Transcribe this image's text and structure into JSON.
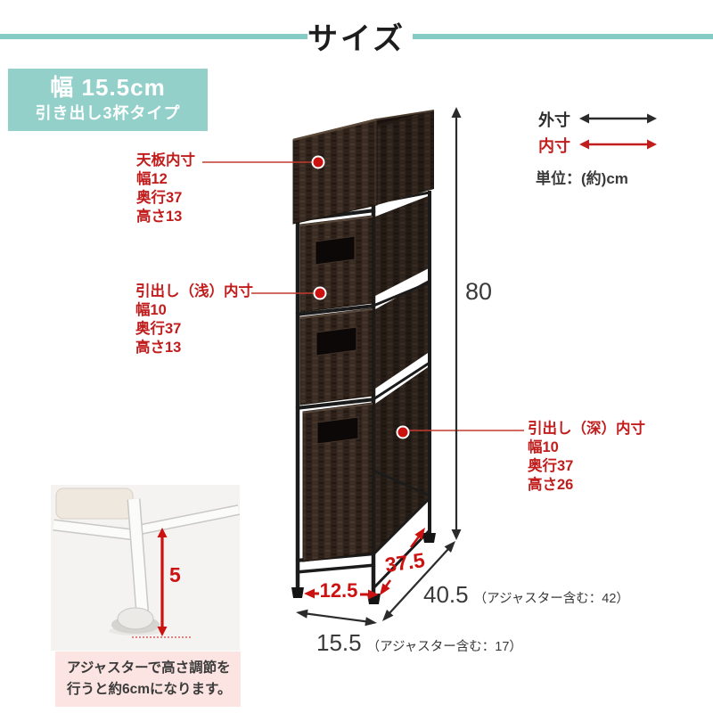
{
  "page": {
    "title": "サイズ"
  },
  "badge": {
    "line1": "幅 15.5cm",
    "line2": "引き出し3杯タイプ"
  },
  "legend": {
    "outer": "外寸",
    "inner": "内寸",
    "unit": "単位：(約)cm"
  },
  "annotations": {
    "top_board": {
      "title": "天板内寸",
      "lines": [
        "幅12",
        "奥行37",
        "高さ13"
      ]
    },
    "shallow_drawer": {
      "title": "引出し（浅）内寸",
      "lines": [
        "幅10",
        "奥行37",
        "高さ13"
      ]
    },
    "deep_drawer": {
      "title": "引出し（深）内寸",
      "lines": [
        "幅10",
        "奥行37",
        "高さ26"
      ]
    }
  },
  "dimensions": {
    "height": "80",
    "inner_width": "12.5",
    "inner_depth": "37.5",
    "outer_depth": "40.5",
    "outer_depth_note": "（アジャスター含む：42）",
    "outer_width": "15.5",
    "outer_width_note": "（アジャスター含む：17）",
    "adjuster_height": "5"
  },
  "note": {
    "line1": "アジャスターで高さ調節を",
    "line2": "行うと約6cmになります。"
  },
  "colors": {
    "teal_bar": "#85cbc5",
    "badge_bg": "#93d0ca",
    "red": "#c11d1d",
    "bright_red": "#cc1111",
    "pink_bg": "#fbe4e1",
    "basket": "#33261f",
    "frame": "#1b1b1b",
    "dim_text": "#3a3a3a"
  }
}
